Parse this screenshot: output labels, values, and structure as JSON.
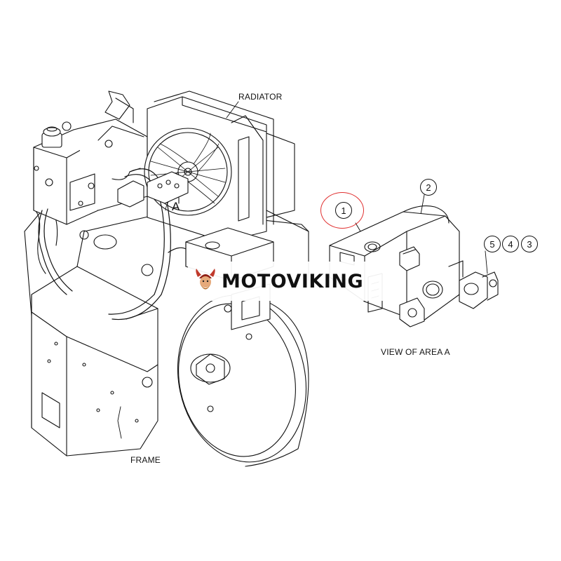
{
  "labels": {
    "radiator": "RADIATOR",
    "frame": "FRAME",
    "area_marker": "A",
    "view_caption": "VIEW OF AREA A"
  },
  "callouts": [
    "1",
    "2",
    "5",
    "4",
    "3"
  ],
  "highlighted_callout": "1",
  "colors": {
    "line": "#111111",
    "highlight_ring": "#e03030",
    "watermark_accent": "#c0392b"
  },
  "watermark": {
    "text": "MOTOVIKING",
    "logo_icon": "viking-head-icon"
  }
}
